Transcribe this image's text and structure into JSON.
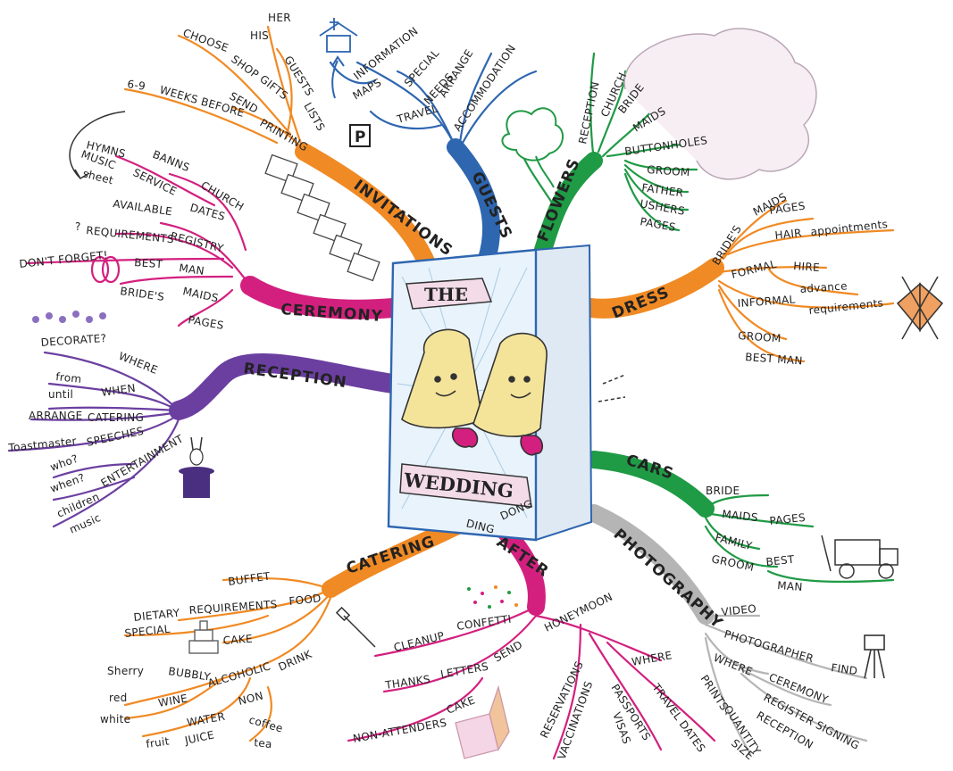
{
  "center": {
    "title": "THE",
    "subtitle": "WEDDING",
    "ding": "DING",
    "dong": "DONG"
  },
  "colors": {
    "invitations": "#f08a24",
    "guests": "#2e66b0",
    "flowers": "#1f9a45",
    "dress": "#f08a24",
    "ceremony": "#d3207f",
    "reception": "#6b3fa0",
    "cars": "#1f9a45",
    "photography": "#a9a9a9",
    "after": "#d3207f",
    "catering": "#f08a24"
  },
  "branches": {
    "invitations": {
      "label": "INVITATIONS",
      "words": [
        "HER",
        "HIS",
        "GUESTS",
        "LISTS",
        "CHOOSE",
        "SHOP",
        "GIFTS",
        "6-9",
        "WEEKS BEFORE",
        "SEND",
        "PRINTING"
      ]
    },
    "guests": {
      "label": "GUESTS",
      "words": [
        "INFORMATION",
        "MAPS",
        "SPECIAL",
        "NEEDS",
        "ARRANGE",
        "TRAVEL",
        "ACCOMMODATION",
        "P"
      ]
    },
    "flowers": {
      "label": "FLOWERS",
      "words": [
        "RECEPTION",
        "CHURCH",
        "BRIDE",
        "MAIDS",
        "BUTTONHOLES",
        "GROOM",
        "FATHER",
        "USHERS",
        "PAGES"
      ]
    },
    "dress": {
      "label": "DRESS",
      "words": [
        "BRIDE'S",
        "MAIDS",
        "PAGES",
        "HAIR",
        "appointments",
        "FORMAL",
        "HIRE",
        "advance",
        "INFORMAL",
        "requirements",
        "GROOM",
        "BEST MAN"
      ]
    },
    "ceremony": {
      "label": "CEREMONY",
      "words": [
        "HYMNS",
        "MUSIC",
        "sheet",
        "BANNS",
        "SERVICE",
        "CHURCH",
        "AVAILABLE",
        "DATES",
        "?",
        "REQUIREMENTS",
        "REGISTRY",
        "DON'T FORGET!",
        "BEST",
        "MAN",
        "BRIDE'S",
        "MAIDS",
        "PAGES"
      ]
    },
    "reception": {
      "label": "RECEPTION",
      "words": [
        "DECORATE?",
        "WHERE",
        "from",
        "until",
        "WHEN",
        "ARRANGE",
        "CATERING",
        "Toastmaster",
        "SPEECHES",
        "who?",
        "when?",
        "ENTERTAINMENT",
        "children",
        "music"
      ]
    },
    "cars": {
      "label": "CARS",
      "words": [
        "BRIDE",
        "MAIDS",
        "PAGES",
        "FAMILY",
        "GROOM",
        "BEST",
        "MAN"
      ]
    },
    "photography": {
      "label": "PHOTOGRAPHY",
      "words": [
        "VIDEO",
        "PHOTOGRAPHER",
        "FIND",
        "WHERE",
        "CEREMONY",
        "REGISTER SIGNING",
        "PRINTS",
        "RECEPTION",
        "QUANTITY",
        "SIZE"
      ]
    },
    "after": {
      "label": "AFTER",
      "words": [
        "CLEANUP",
        "CONFETTI",
        "THANKS",
        "LETTERS",
        "SEND",
        "NON-ATTENDERS",
        "CAKE",
        "HONEYMOON",
        "WHERE",
        "RESERVATIONS",
        "VACCINATIONS",
        "PASSPORTS",
        "VISAS",
        "TRAVEL DATES"
      ]
    },
    "catering": {
      "label": "CATERING",
      "words": [
        "BUFFET",
        "FOOD",
        "DIETARY",
        "REQUIREMENTS",
        "SPECIAL",
        "CAKE",
        "DRINK",
        "BUBBLY",
        "ALCOHOLIC",
        "NON",
        "Sherry",
        "red",
        "white",
        "WINE",
        "WATER",
        "coffee",
        "fruit",
        "JUICE",
        "tea"
      ]
    }
  }
}
